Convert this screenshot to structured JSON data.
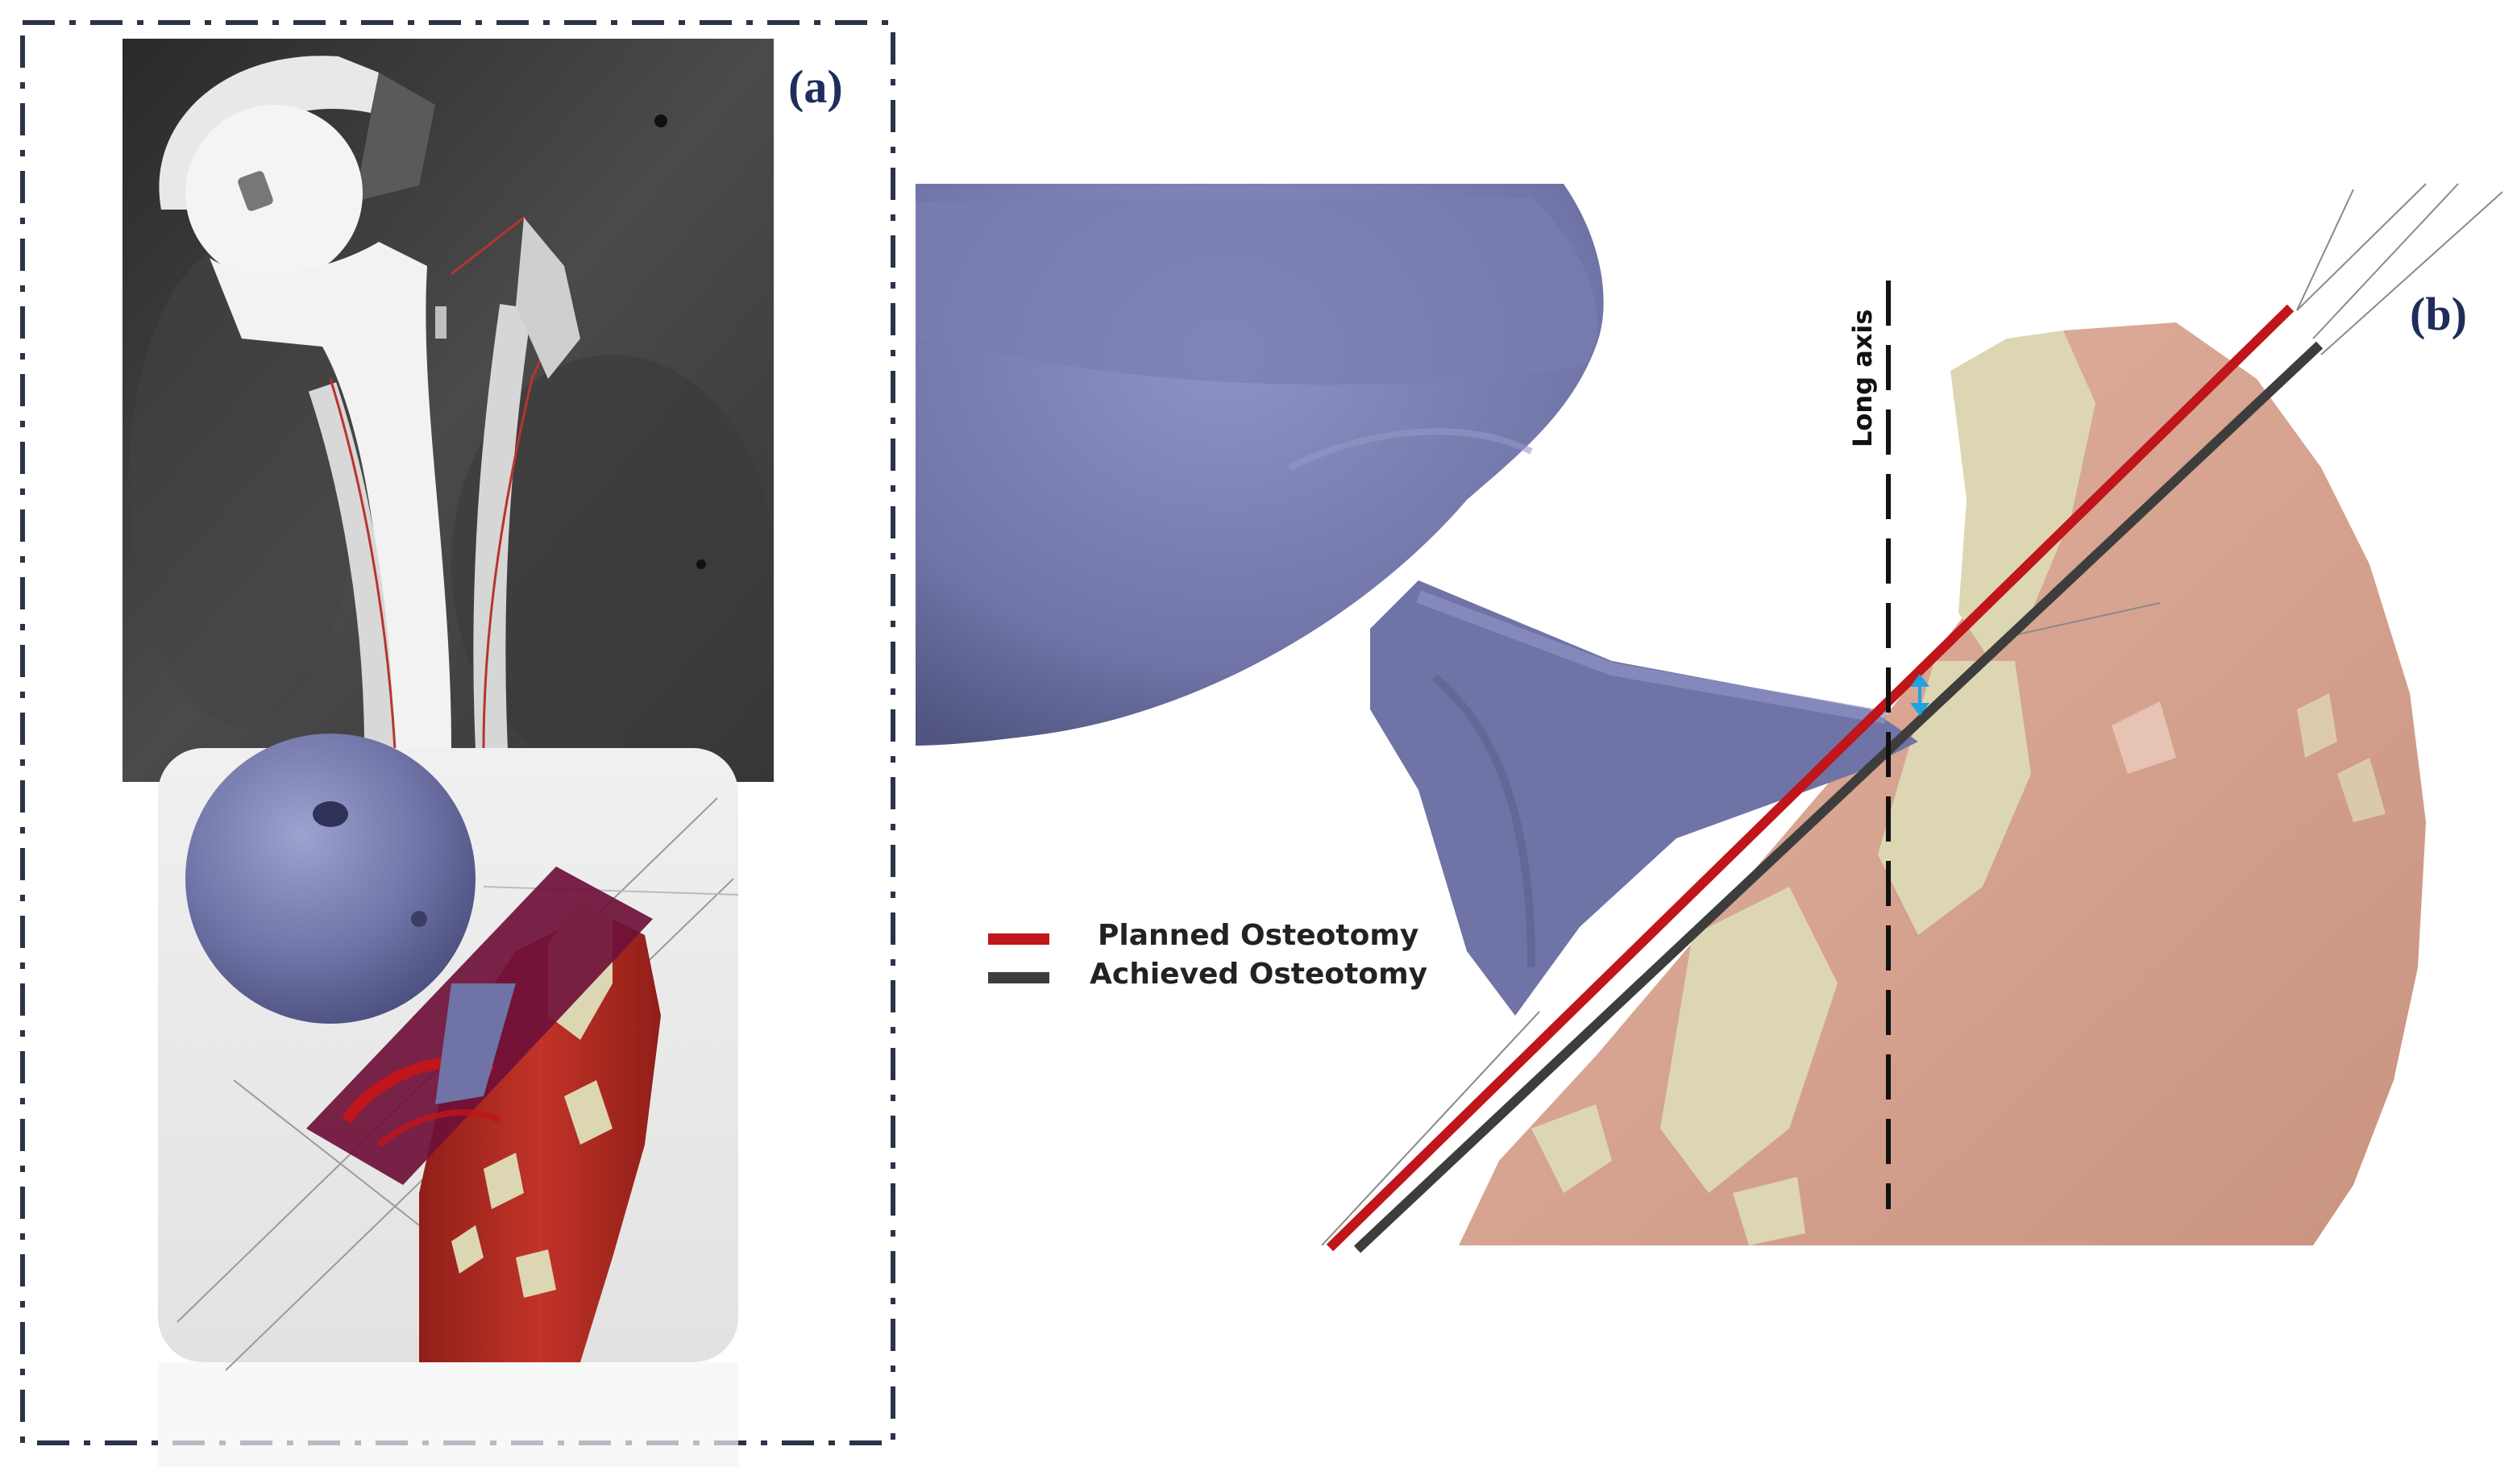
{
  "panels": {
    "a": {
      "label": "(a)"
    },
    "b": {
      "label": "(b)"
    }
  },
  "legend": {
    "planned": {
      "label": "Planned Osteotomy",
      "color": "#c0151a"
    },
    "achieved": {
      "label": "Achieved Osteotomy",
      "color": "#3d3d3d"
    }
  },
  "annotations": {
    "long_axis": "Long axis"
  },
  "colors": {
    "implant_purple": "#7478a8",
    "bone_red": "#b22a22",
    "bone_pink": "#d9a692",
    "cancellous_cream": "#ddd6b2",
    "osteotomy_plane": "#6e1038",
    "frame_dash": "#2b3347",
    "measurement_arrow": "#1fa3e0"
  },
  "icons": {
    "ct_slice": "ct-scan-image",
    "model_3d": "femur-implant-3d-model",
    "gap_marker": "double-arrow-icon"
  }
}
